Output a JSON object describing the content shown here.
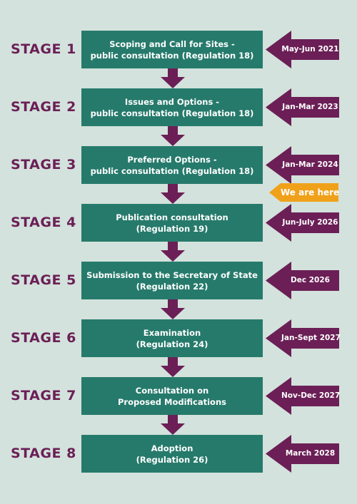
{
  "stages": [
    {
      "label": "STAGE 1",
      "lines": [
        "Scoping and Call for Sites -",
        "public consultation (Regulation 18)"
      ],
      "date": "May-Jun 2021"
    },
    {
      "label": "STAGE 2",
      "lines": [
        "Issues and Options -",
        "public consultation (Regulation 18)"
      ],
      "date": "Jan-Mar 2023"
    },
    {
      "label": "STAGE 3",
      "lines": [
        "Preferred Options -",
        "public consultation (Regulation 18)"
      ],
      "date": "Jan-Mar 2024"
    },
    {
      "label": "STAGE 4",
      "lines": [
        "Publication consultation",
        "(Regulation 19)"
      ],
      "date": "Jun-July 2026"
    },
    {
      "label": "STAGE 5",
      "lines": [
        "Submission to the Secretary of State",
        "(Regulation 22)"
      ],
      "date": "Dec 2026"
    },
    {
      "label": "STAGE 6",
      "lines": [
        "Examination",
        "(Regulation 24)"
      ],
      "date": "Jan-Sept 2027"
    },
    {
      "label": "STAGE 7",
      "lines": [
        "Consultation on",
        "Proposed Modifications"
      ],
      "date": "Nov-Dec 2027"
    },
    {
      "label": "STAGE 8",
      "lines": [
        "Adoption",
        "(Regulation 26)"
      ],
      "date": "March 2028"
    }
  ],
  "marker": {
    "label": "We are here"
  },
  "colors": {
    "background": "#d3e2dc",
    "stage_box": "#267a6b",
    "stage_label": "#6b1f56",
    "date_arrow": "#6b1f56",
    "down_arrow": "#6b1f56",
    "marker": "#f0a11a",
    "box_text": "#ffffff"
  }
}
